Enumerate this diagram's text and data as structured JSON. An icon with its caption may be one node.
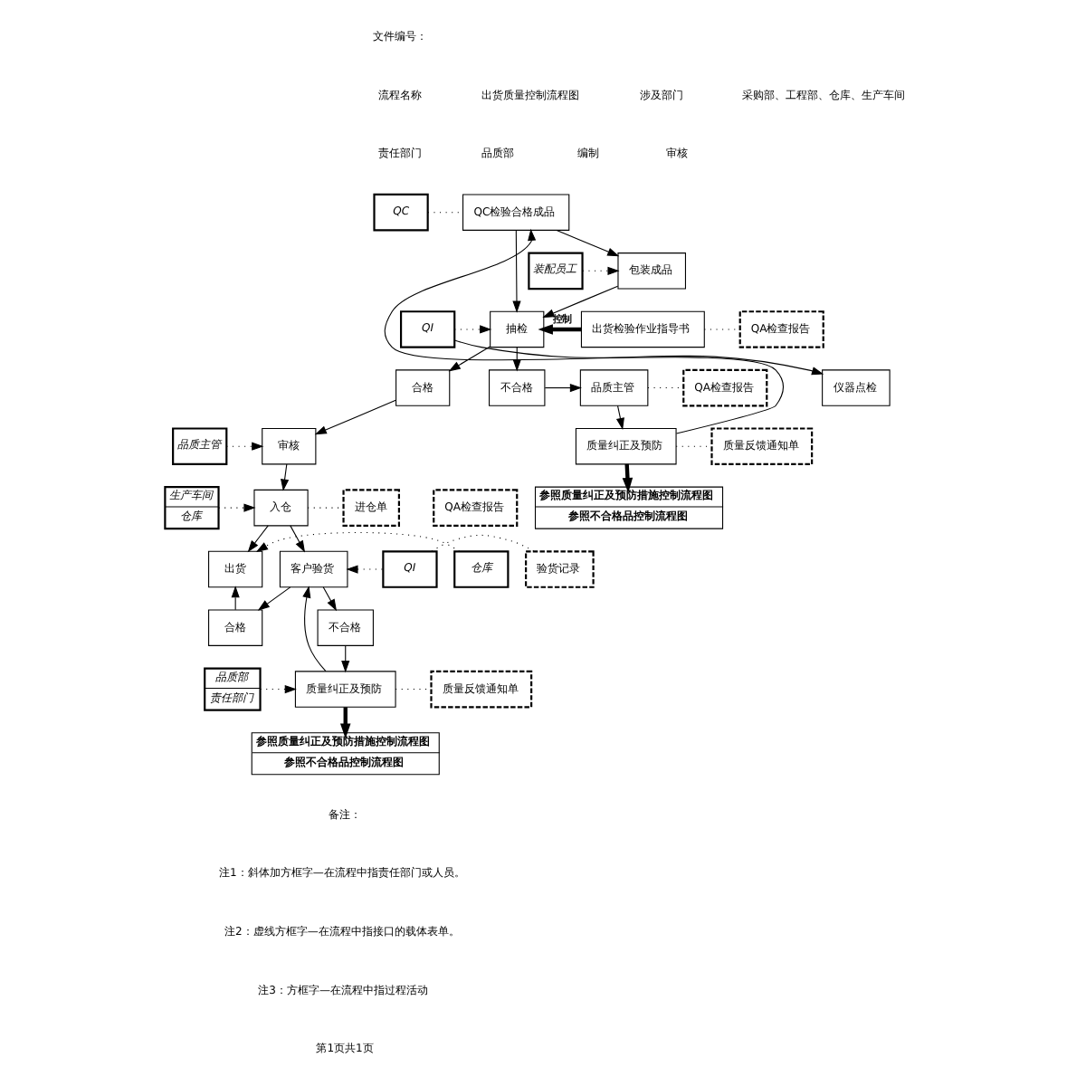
{
  "diagram": {
    "nodes": [
      {
        "text": [
          "QC"
        ]
      },
      {
        "text": [
          "QC检验合格成品"
        ]
      },
      {
        "text": [
          "装配员工"
        ]
      },
      {
        "text": [
          "包装成品"
        ]
      },
      {
        "text": [
          "QI"
        ]
      },
      {
        "text": [
          "抽检"
        ]
      },
      {
        "text": [
          "出货检验作业指导书"
        ]
      },
      {
        "text": [
          "QA检查报告"
        ]
      },
      {
        "text": [
          "仪器点检"
        ]
      },
      {
        "text": [
          "合格"
        ]
      },
      {
        "text": [
          "不合格"
        ]
      },
      {
        "text": [
          "品质主管"
        ]
      },
      {
        "text": [
          "QA检查报告"
        ]
      },
      {
        "text": [
          "品质主管"
        ]
      },
      {
        "text": [
          "审核"
        ]
      },
      {
        "text": [
          "质量纠正及预防"
        ]
      },
      {
        "text": [
          "质量反馈通知单"
        ]
      },
      {
        "text": [
          "参照质量纠正及预防措施控制流程图",
          "参照不合格品控制流程图"
        ]
      },
      {
        "text": [
          "生产车间",
          "仓库"
        ]
      },
      {
        "text": [
          "入仓"
        ]
      },
      {
        "text": [
          "进仓单"
        ]
      },
      {
        "text": [
          "QA检查报告"
        ]
      },
      {
        "text": [
          "仓库"
        ]
      },
      {
        "text": [
          "出货"
        ]
      },
      {
        "text": [
          "客户验货"
        ]
      },
      {
        "text": [
          "QI"
        ]
      },
      {
        "text": [
          "验货记录"
        ]
      },
      {
        "text": [
          "合格"
        ]
      },
      {
        "text": [
          "不合格"
        ]
      },
      {
        "text": [
          "品质部",
          "责任部门"
        ]
      },
      {
        "text": [
          "质量纠正及预防"
        ]
      },
      {
        "text": [
          "质量反馈通知单"
        ]
      },
      {
        "text": [
          "参照质量纠正及预防措施控制流程图",
          "参照不合格品控制流程图"
        ]
      }
    ],
    "edges": [
      {
        "from": 0,
        "to": 1,
        "arrow": "none",
        "style": "dashed"
      },
      {
        "from": 1,
        "to": 3,
        "arrow": "to"
      },
      {
        "from": 2,
        "to": 3,
        "arrow": "to",
        "style": "dashed"
      },
      {
        "from": 3,
        "to": 5,
        "arrow": "to"
      },
      {
        "from": 1,
        "to": 5,
        "arrow": "to"
      },
      {
        "from": 4,
        "to": 5,
        "arrow": "to",
        "style": "dashed"
      },
      {
        "from": 6,
        "to": 5,
        "arrow": "to",
        "label": "控制",
        "style": "thick"
      },
      {
        "from": 6,
        "to": 7,
        "arrow": "none",
        "style": "dashed"
      },
      {
        "from": 4,
        "to": 8,
        "arrow": "to"
      },
      {
        "from": 5,
        "to": 9,
        "arrow": "to"
      },
      {
        "from": 5,
        "to": 10,
        "arrow": "to"
      },
      {
        "from": 10,
        "to": 11,
        "arrow": "to"
      },
      {
        "from": 11,
        "to": 12,
        "arrow": "none",
        "style": "dashed"
      },
      {
        "from": 11,
        "to": 15,
        "arrow": "to"
      },
      {
        "from": 15,
        "to": 1,
        "arrow": "to"
      },
      {
        "from": 15,
        "to": 16,
        "arrow": "none",
        "style": "dashed"
      },
      {
        "from": 15,
        "to": 17,
        "arrow": "to",
        "style": "thick"
      },
      {
        "from": 9,
        "to": 14,
        "arrow": "to"
      },
      {
        "from": 13,
        "to": 14,
        "arrow": "to",
        "style": "dashed"
      },
      {
        "from": 14,
        "to": 19,
        "arrow": "to"
      },
      {
        "from": 18,
        "to": 19,
        "arrow": "to",
        "style": "dashed"
      },
      {
        "from": 19,
        "to": 20,
        "arrow": "none",
        "style": "dashed"
      },
      {
        "from": 19,
        "to": 23,
        "arrow": "to"
      },
      {
        "from": 19,
        "to": 24,
        "arrow": "to"
      },
      {
        "from": 22,
        "to": 23,
        "arrow": "to",
        "style": "dashed"
      },
      {
        "from": 25,
        "to": 24,
        "arrow": "to",
        "style": "dashed"
      },
      {
        "from": 25,
        "to": 26,
        "arrow": "none",
        "style": "dashed"
      },
      {
        "from": 24,
        "to": 27,
        "arrow": "to"
      },
      {
        "from": 24,
        "to": 28,
        "arrow": "to"
      },
      {
        "from": 27,
        "to": 23,
        "arrow": "to"
      },
      {
        "from": 28,
        "to": 30,
        "arrow": "to"
      },
      {
        "from": 29,
        "to": 30,
        "arrow": "to",
        "style": "dashed"
      },
      {
        "from": 30,
        "to": 32,
        "arrow": "to",
        "style": "thick"
      },
      {
        "from": 30,
        "to": 24,
        "arrow": "to"
      },
      {
        "from": 30,
        "to": 31,
        "arrow": "none",
        "style": "dashed"
      }
    ],
    "labels": [
      "文件编号：",
      "流程名称",
      "出货质量控制流程图",
      "涉及部门",
      "采购部、工程部、仓库、生产车间",
      "责任部门",
      "品质部",
      "编制",
      "审核",
      "备注：",
      "注1：斜体加方框字—在流程中指责任部门或人员。",
      "注2：虚线方框字—在流程中指接口的载体表单。",
      "注3：方框字—在流程中指过程活动",
      "第1页共1页"
    ]
  }
}
